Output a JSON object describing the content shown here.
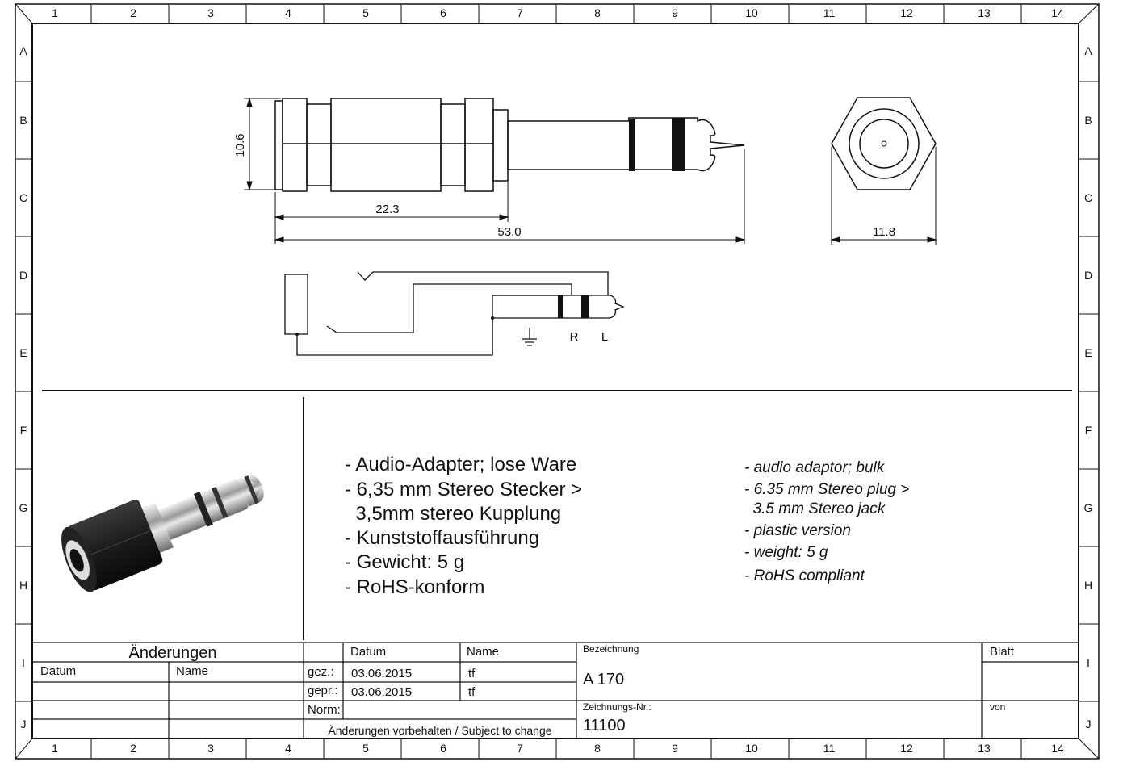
{
  "frame": {
    "columns": [
      "1",
      "2",
      "3",
      "4",
      "5",
      "6",
      "7",
      "8",
      "9",
      "10",
      "11",
      "12",
      "13",
      "14"
    ],
    "rows": [
      "A",
      "B",
      "C",
      "D",
      "E",
      "F",
      "G",
      "H",
      "I",
      "J"
    ]
  },
  "dimensions": {
    "diameter": "10.6",
    "body_length": "22.3",
    "total_length": "53.0",
    "hex_width": "11.8"
  },
  "schematic": {
    "ground_symbol": "⏚",
    "right_label": "R",
    "left_label": "L"
  },
  "description_de": [
    "- Audio-Adapter; lose Ware",
    "- 6,35 mm Stereo Stecker >",
    "  3,5mm stereo Kupplung",
    "- Kunststoffausführung",
    "- Gewicht: 5 g",
    "- RoHS-konform"
  ],
  "description_en": [
    "- audio adaptor; bulk",
    "- 6.35 mm Stereo plug >",
    "  3.5 mm Stereo jack",
    "- plastic version",
    "- weight: 5 g",
    "- RoHS compliant"
  ],
  "title_block": {
    "changes_header": "Änderungen",
    "col_date": "Datum",
    "col_name": "Name",
    "date_header": "Datum",
    "name_header": "Name",
    "drawn_label": "gez.:",
    "drawn_date": "03.06.2015",
    "drawn_name": "tf",
    "checked_label": "gepr.:",
    "checked_date": "03.06.2015",
    "checked_name": "tf",
    "norm_label": "Norm:",
    "subject_to_change": "Änderungen vorbehalten / Subject to change",
    "designation_label": "Bezeichnung",
    "designation_value": "A 170",
    "drawing_no_label": "Zeichnungs-Nr.:",
    "drawing_no_value": "11100",
    "sheet_label": "Blatt",
    "of_label": "von"
  }
}
